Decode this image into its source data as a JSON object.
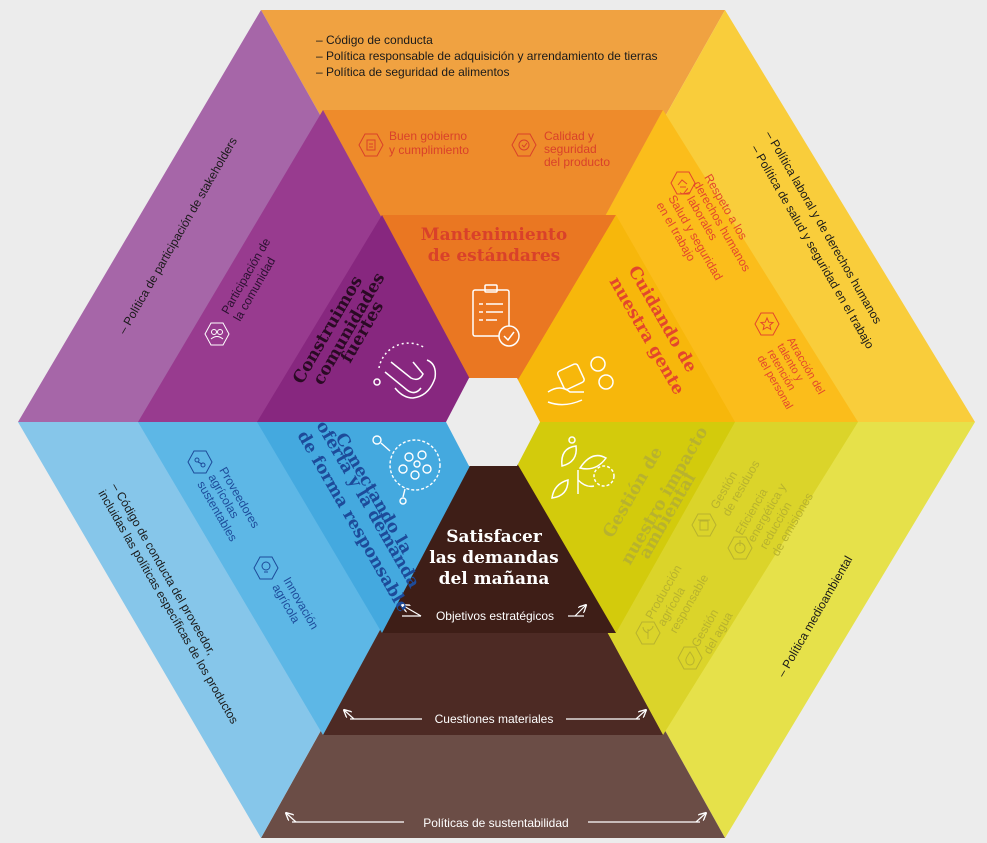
{
  "colors": {
    "background": "#ececec",
    "orange_outer": "#f0a241",
    "orange_mid": "#ee8b2b",
    "orange_inner": "#ea7722",
    "yellow_outer": "#f9cd3b",
    "yellow_mid": "#fbbd1b",
    "yellow_inner": "#f7b70b",
    "lime_outer": "#e6e14a",
    "lime_mid": "#dbd42a",
    "lime_inner": "#d3cb0c",
    "blue_outer": "#86c6ea",
    "blue_mid": "#5db7e6",
    "blue_inner": "#44a9df",
    "purple_outer": "#a666a8",
    "purple_mid": "#983b8f",
    "purple_inner": "#87277f",
    "brown_outer": "#6b4d46",
    "brown_mid": "#4d2a24",
    "brown_inner": "#3e1e17",
    "orange_text": "#d9412a",
    "blue_text": "#1d4b9a",
    "gold_text": "#e3462c",
    "lime_text": "#b8b22e",
    "dark_text": "#1a1a1a",
    "white": "#ffffff"
  },
  "top": {
    "policies": [
      "– Código de conducta",
      "– Política responsable de adquisición y arrendamiento de tierras",
      "– Política de seguridad de alimentos"
    ],
    "issues": [
      {
        "icon": "governance-icon",
        "lines": [
          "Buen gobierno",
          "y cumplimiento"
        ]
      },
      {
        "icon": "quality-check-icon",
        "lines": [
          "Calidad y",
          "seguridad",
          "del producto"
        ]
      }
    ],
    "objective": [
      "Mantenimiento",
      "de estándares"
    ],
    "objective_icon": "clipboard-check-icon"
  },
  "upper_right": {
    "policies": [
      "– Política laboral y de derechos humanos",
      "– Política de salud y seguridad en el trabajo"
    ],
    "issues": [
      {
        "icon": "human-rights-icon",
        "lines": [
          "Respeto a los",
          "derechos humanos",
          "y laborales"
        ]
      },
      {
        "icon": "",
        "lines": [
          "Salud y seguridad",
          "en el trabajo"
        ]
      },
      {
        "icon": "talent-star-icon",
        "lines": [
          "Atracción del",
          "talento y",
          "retención",
          "del personal"
        ]
      }
    ],
    "objective": [
      "Cuidando de",
      "nuestra gente"
    ],
    "objective_icon": "people-care-icon"
  },
  "lower_right": {
    "policies": [
      "– Política medioambiental"
    ],
    "issues": [
      {
        "icon": "waste-icon",
        "lines": [
          "Gestión",
          "de residuos"
        ]
      },
      {
        "icon": "energy-icon",
        "lines": [
          "Eficiencia",
          "energética y",
          "reducción",
          "de emisiones"
        ]
      },
      {
        "icon": "agriculture-icon",
        "lines": [
          "Producción",
          "agrícola",
          "responsable"
        ]
      },
      {
        "icon": "water-icon",
        "lines": [
          "Gestión",
          "del agua"
        ]
      }
    ],
    "objective": [
      "Gestión de",
      "nuestro impacto",
      "ambiental"
    ],
    "objective_icon": "leaves-icon"
  },
  "bottom": {
    "objective": [
      "Satisfacer",
      "las demandas",
      "del mañana"
    ],
    "layer_labels": {
      "strategic": "Objetivos estratégicos",
      "material": "Cuestiones materiales",
      "policies": "Políticas de sustentabilidad"
    }
  },
  "lower_left": {
    "policies": [
      "– Código de conducta del proveedor,",
      "incluidas las políticas específicas de los productos"
    ],
    "issues": [
      {
        "icon": "supplier-icon",
        "lines": [
          "Proveedores",
          "agrícolas",
          "sustentables"
        ]
      },
      {
        "icon": "innovation-icon",
        "lines": [
          "Innovación",
          "agrícola"
        ]
      }
    ],
    "objective": [
      "Conectando la",
      "oferta y la demanda",
      "de forma responsable"
    ],
    "objective_icon": "globe-network-icon"
  },
  "upper_left": {
    "policies": [
      "– Política de participación de stakeholders"
    ],
    "issues": [
      {
        "icon": "community-icon",
        "lines": [
          "Participación de",
          "la comunidad"
        ]
      }
    ],
    "objective": [
      "Construimos",
      "comunidades",
      "fuertes"
    ],
    "objective_icon": "hands-icon"
  }
}
